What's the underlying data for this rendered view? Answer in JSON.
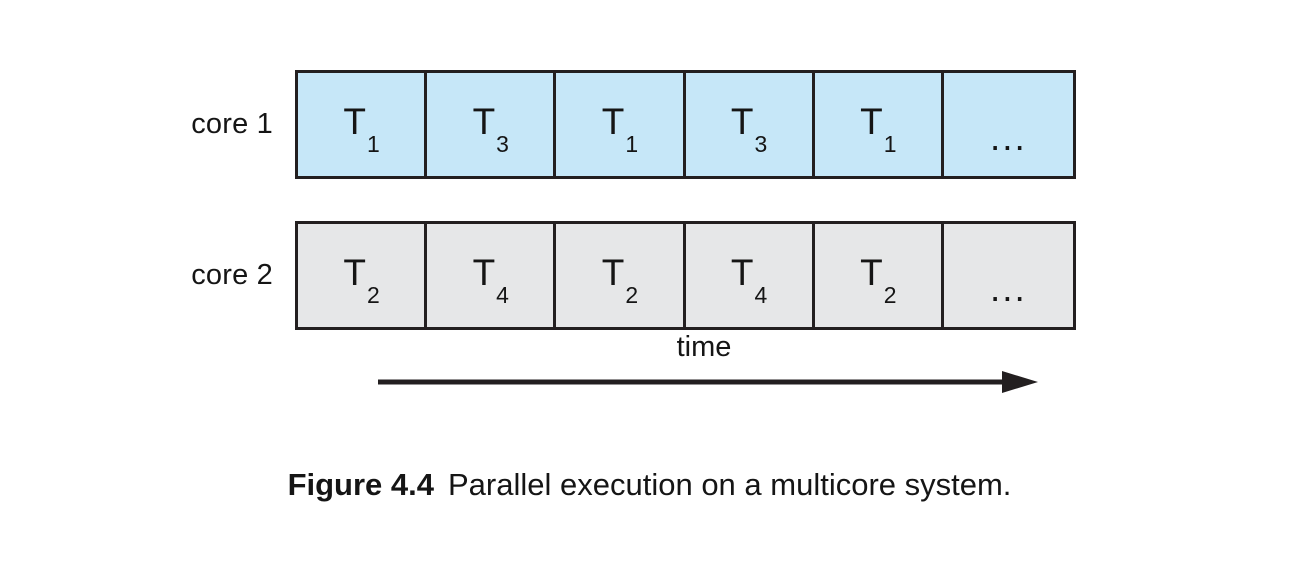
{
  "figure": {
    "caption_number": "Figure 4.4",
    "caption_text": "Parallel execution on a multicore system."
  },
  "diagram": {
    "type": "timeline-gantt",
    "axis_label": "time",
    "axis_direction": "left-to-right",
    "colors": {
      "core1_fill": "#c6e7f8",
      "core2_fill": "#e6e7e8",
      "border": "#231f20",
      "text": "#151515",
      "background": "#ffffff"
    },
    "rows": [
      {
        "label": "core 1",
        "fill": "#c6e7f8",
        "slots": [
          {
            "task": "T",
            "index": "1"
          },
          {
            "task": "T",
            "index": "3"
          },
          {
            "task": "T",
            "index": "1"
          },
          {
            "task": "T",
            "index": "3"
          },
          {
            "task": "T",
            "index": "1"
          },
          {
            "task": "...",
            "index": ""
          }
        ]
      },
      {
        "label": "core 2",
        "fill": "#e6e7e8",
        "slots": [
          {
            "task": "T",
            "index": "2"
          },
          {
            "task": "T",
            "index": "4"
          },
          {
            "task": "T",
            "index": "2"
          },
          {
            "task": "T",
            "index": "4"
          },
          {
            "task": "T",
            "index": "2"
          },
          {
            "task": "...",
            "index": ""
          }
        ]
      }
    ]
  }
}
